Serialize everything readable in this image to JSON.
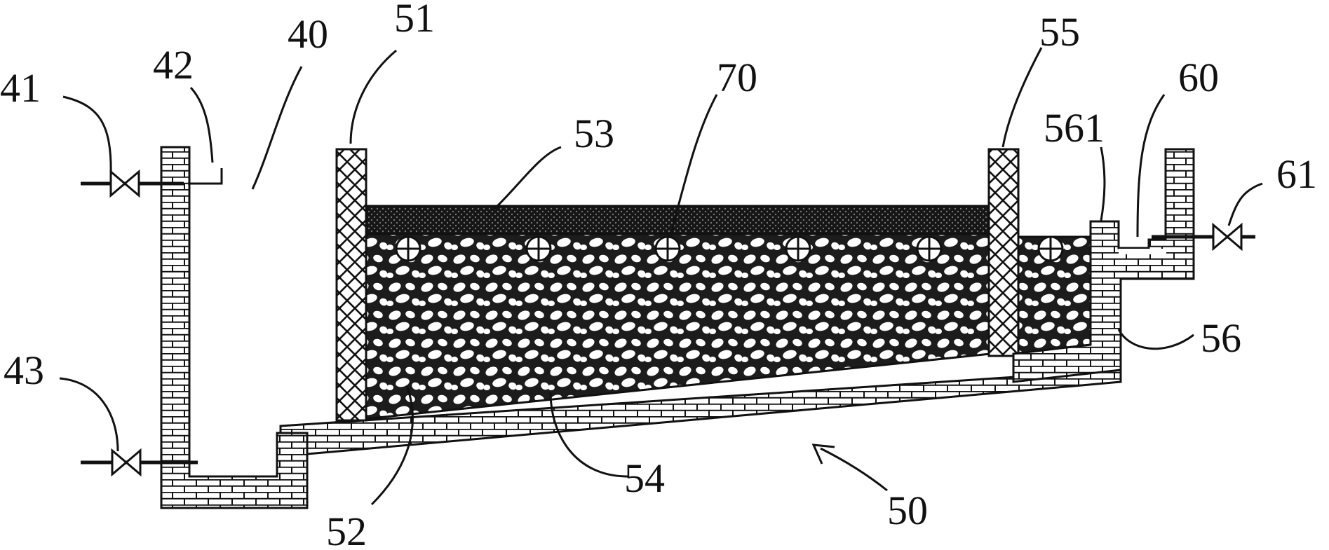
{
  "figure": {
    "labels": {
      "l40": "40",
      "l41": "41",
      "l42": "42",
      "l43": "43",
      "l50": "50",
      "l51": "51",
      "l52": "52",
      "l53": "53",
      "l54": "54",
      "l55": "55",
      "l56": "56",
      "l561": "561",
      "l60": "60",
      "l61": "61",
      "l70": "70"
    }
  }
}
